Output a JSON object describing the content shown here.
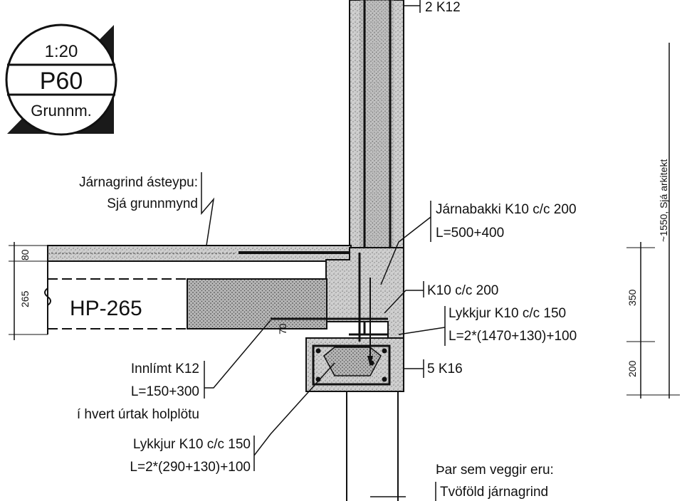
{
  "detail_tag": {
    "scale": "1:20",
    "code": "P60",
    "label": "Grunnm."
  },
  "labels": {
    "top_bars": "2 K12",
    "grid_cast1": "Járnagrind ásteypu:",
    "grid_cast2": "Sjá grunnmynd",
    "slab": "HP-265",
    "tray1": "Járnabakki K10 c/c 200",
    "tray2": "L=500+400",
    "k10": "K10 c/c 200",
    "loop1_a": "Lykkjur K10 c/c 150",
    "loop1_b": "L=2*(1470+130)+100",
    "bars_k16": "5 K16",
    "glued1": "Innlímt K12",
    "glued2": "L=150+300",
    "glued3": "í hvert úrtak holplötu",
    "loop2_a": "Lykkjur K10 c/c 150",
    "loop2_b": "L=2*(290+130)+100",
    "walls1": "Þar sem veggir eru:",
    "walls2": "Tvöföld járnagrind",
    "architect": "~1550, Sjá arkitekt"
  },
  "dimensions": {
    "d80": "80",
    "d265": "265",
    "d70": "70",
    "d350": "350",
    "d200": "200"
  }
}
